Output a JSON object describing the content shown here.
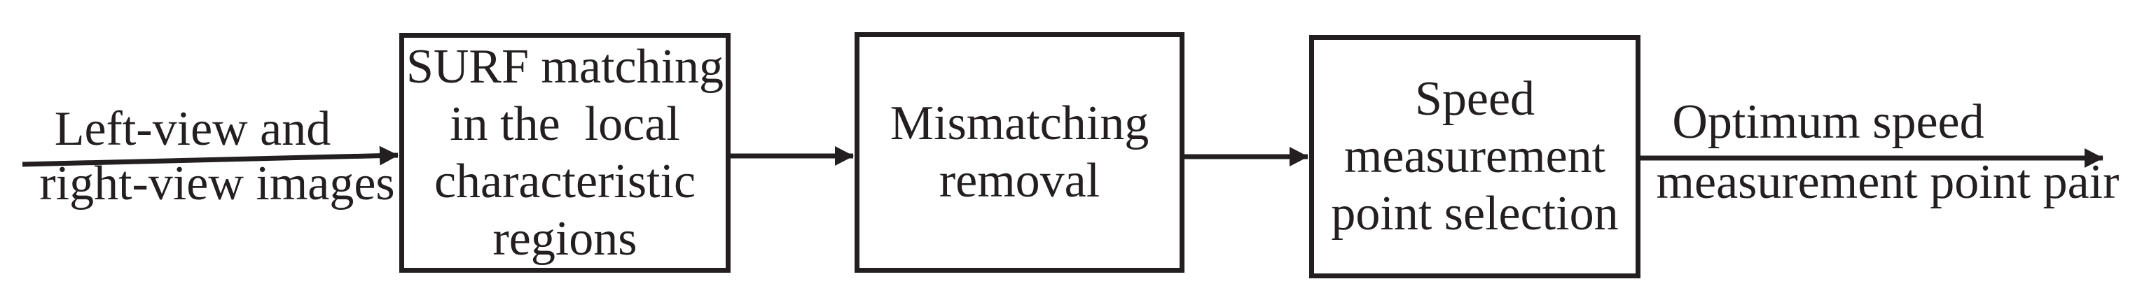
{
  "diagram": {
    "colors": {
      "ink": "#231f20",
      "background": "#ffffff"
    },
    "input_label": {
      "line1": "Left-view and",
      "line2": "right-view images"
    },
    "boxes": [
      {
        "lines": [
          "SURF matching",
          "in the  local",
          "characteristic",
          "regions"
        ]
      },
      {
        "lines": [
          "Mismatching",
          "removal"
        ]
      },
      {
        "lines": [
          "Speed",
          "measurement",
          "point selection"
        ]
      }
    ],
    "output_label": {
      "line1": "Optimum speed",
      "line2": "measurement point pair"
    }
  }
}
